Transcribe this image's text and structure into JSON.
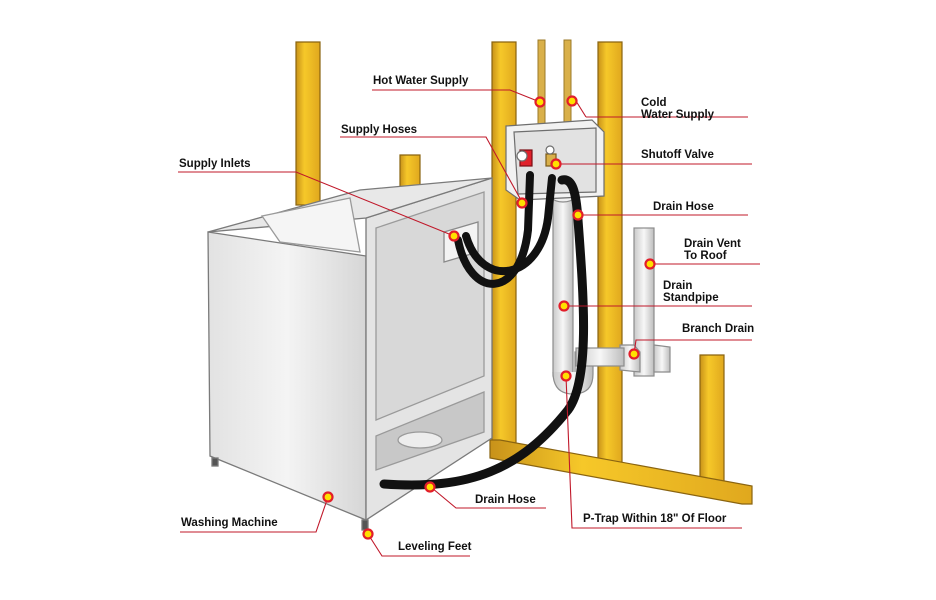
{
  "labels": {
    "hot_water_supply": "Hot Water Supply",
    "cold_water_supply_1": "Cold",
    "cold_water_supply_2": "Water Supply",
    "supply_hoses": "Supply Hoses",
    "shutoff_valve": "Shutoff Valve",
    "supply_inlets": "Supply Inlets",
    "drain_hose_top": "Drain Hose",
    "drain_vent_1": "Drain Vent",
    "drain_vent_2": "To Roof",
    "drain_standpipe_1": "Drain",
    "drain_standpipe_2": "Standpipe",
    "branch_drain": "Branch Drain",
    "drain_hose_bottom": "Drain Hose",
    "p_trap": "P-Trap Within 18\" Of Floor",
    "washing_machine": "Washing Machine",
    "leveling_feet": "Leveling Feet"
  },
  "colors": {
    "stud": "#F2BE1E",
    "stud_edge": "#8A6410",
    "hose": "#111111",
    "leader": "#C0182A",
    "marker_fill": "#FFE000",
    "marker_ring": "#E21E2A",
    "machine_light": "#ECECEC",
    "machine_mid": "#D4D4D4",
    "machine_dark": "#A8A8A8",
    "pipe": "#E6E6E6",
    "hot_valve": "#E0202A",
    "pipe_brass": "#D9B04A"
  }
}
